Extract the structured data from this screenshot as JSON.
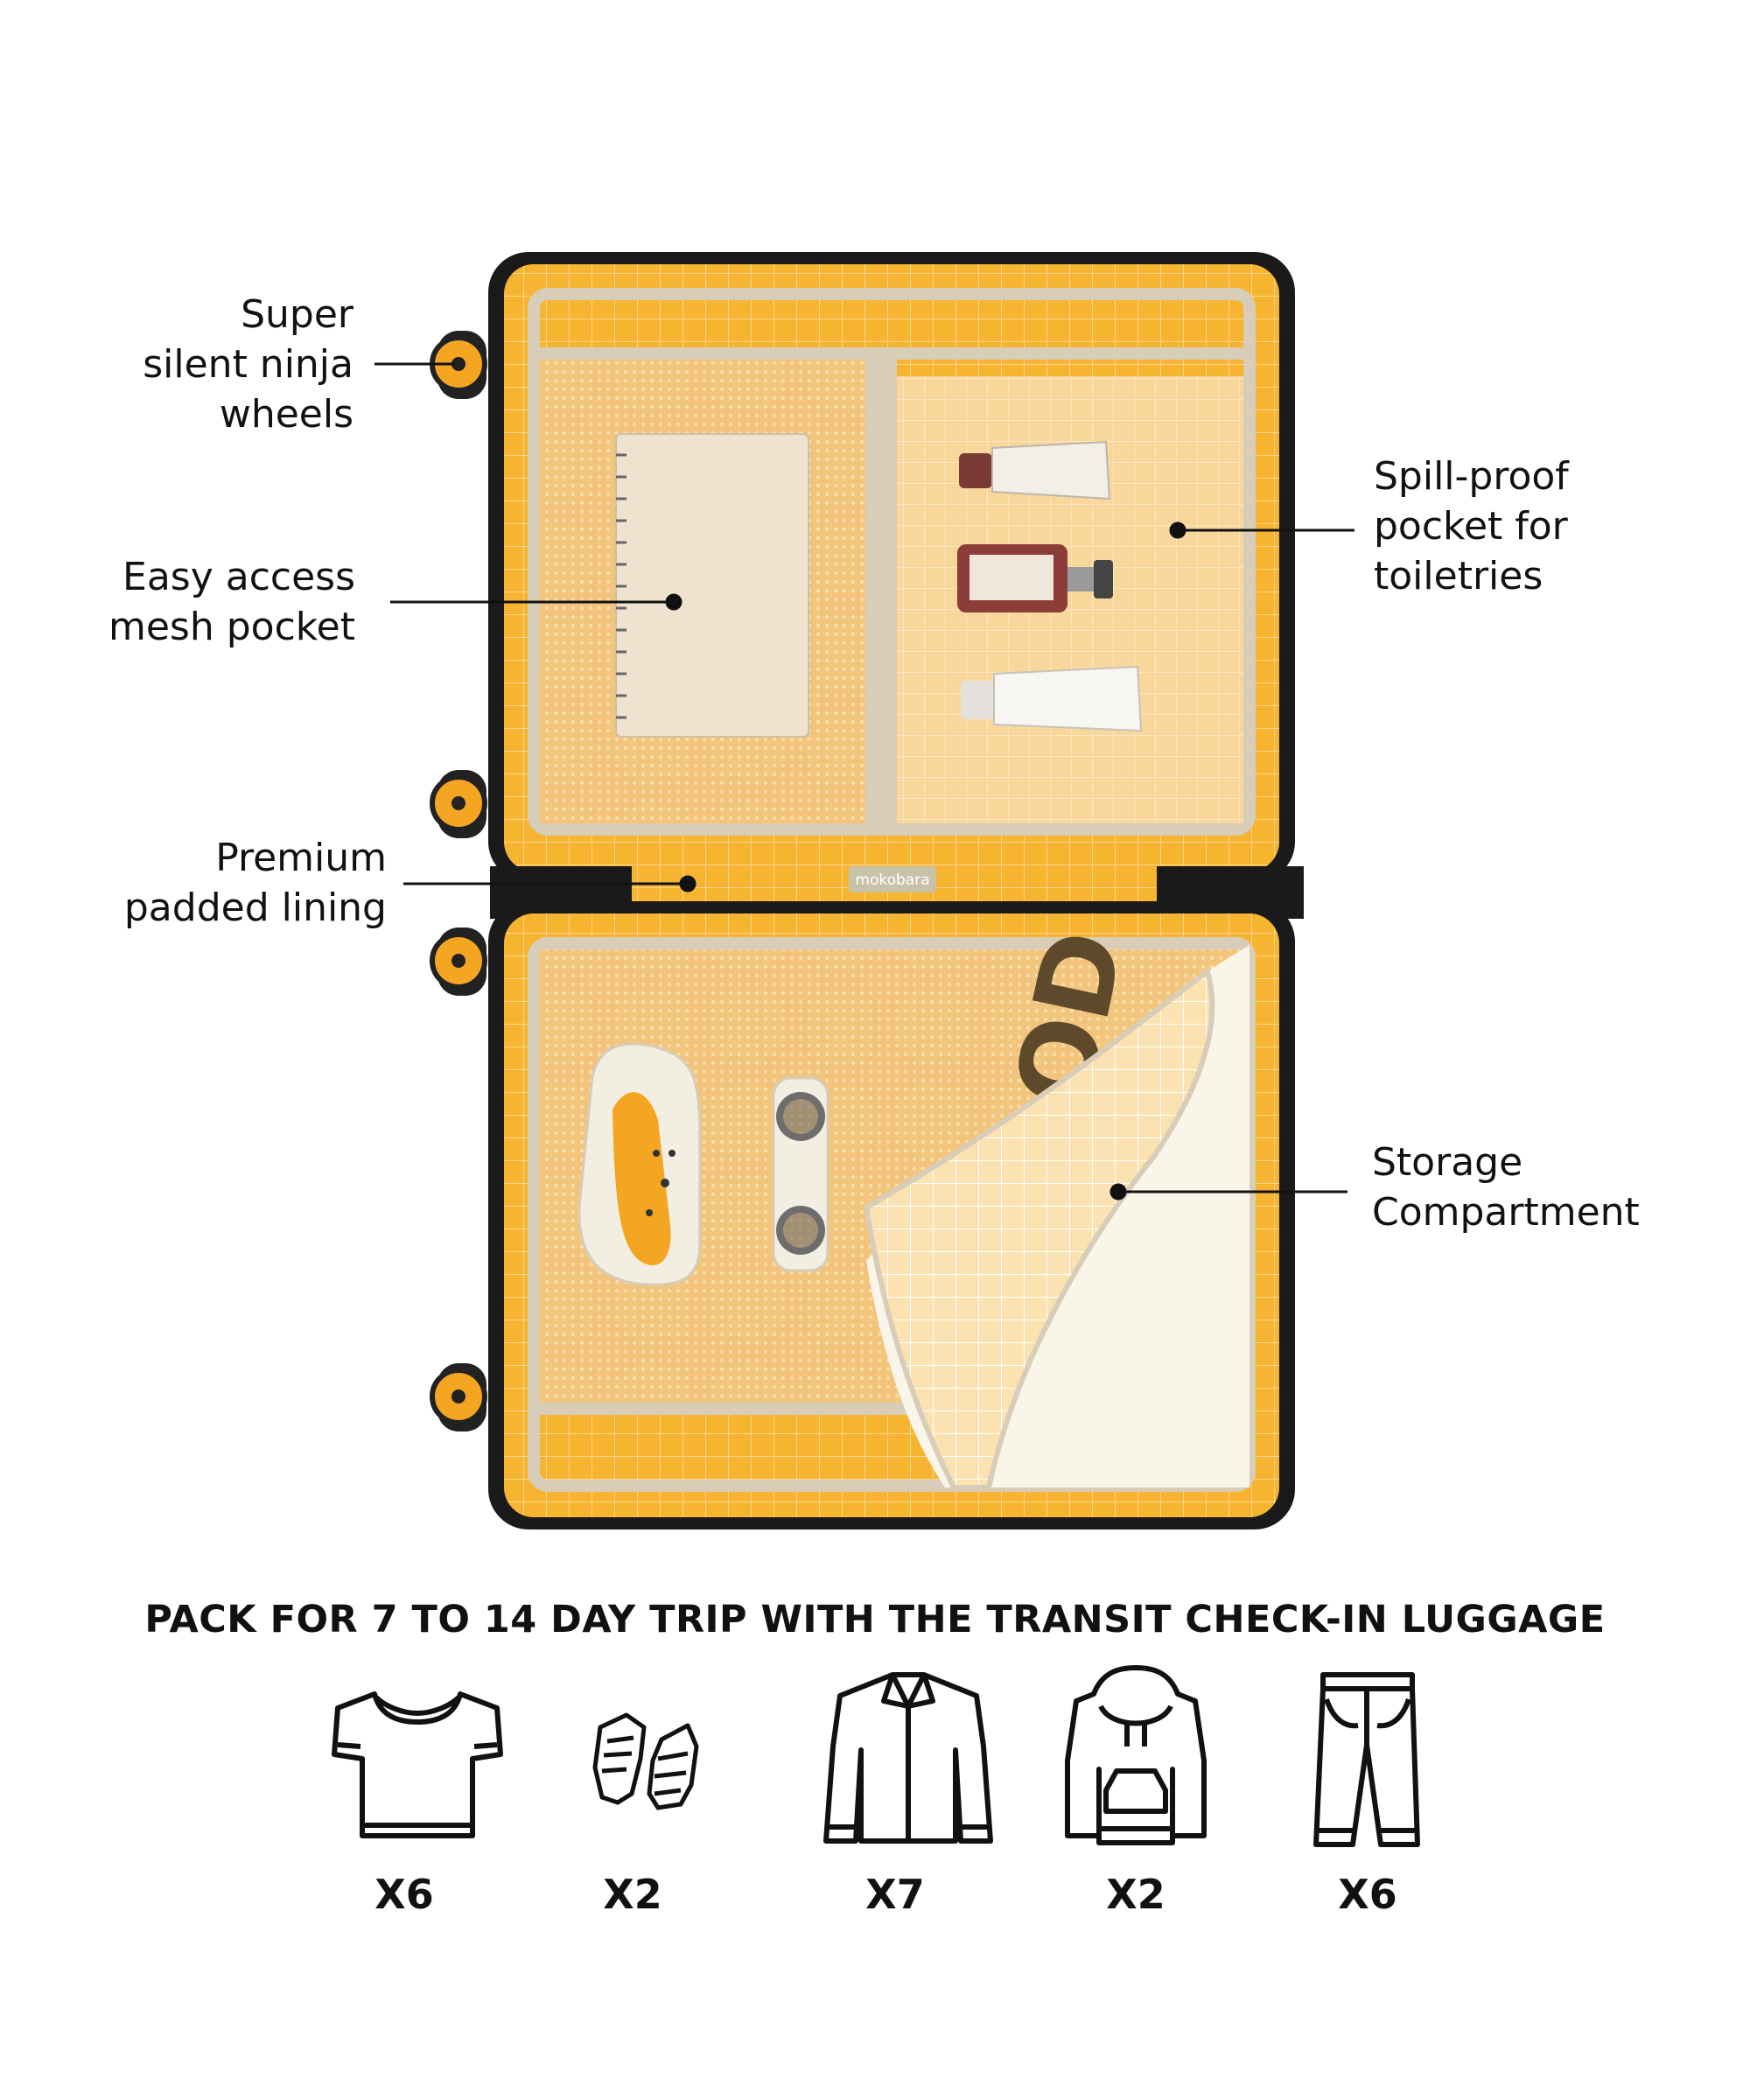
{
  "brand_label": "mokobara",
  "callouts": {
    "wheels": [
      "Super",
      "silent ninja",
      "wheels"
    ],
    "mesh_pocket": [
      "Easy access",
      "mesh pocket"
    ],
    "lining": [
      "Premium",
      "padded lining"
    ],
    "toiletries": [
      "Spill-proof",
      "pocket for",
      "toiletries"
    ],
    "storage": [
      "Storage",
      "Compartment"
    ]
  },
  "headline": "PACK FOR 7 TO 14 DAY TRIP WITH THE TRANSIT CHECK-IN LUGGAGE",
  "packing_items": [
    {
      "icon": "tshirt-icon",
      "count": "X6"
    },
    {
      "icon": "sneakers-icon",
      "count": "X2"
    },
    {
      "icon": "shirt-icon",
      "count": "X7"
    },
    {
      "icon": "hoodie-icon",
      "count": "X2"
    },
    {
      "icon": "trousers-icon",
      "count": "X6"
    }
  ],
  "colors": {
    "lining": "#F6B431",
    "lining_light": "#F7C46A",
    "shell": "#1A1A1A",
    "wheel": "#F4A623",
    "zipper_trim": "#D8CDB8"
  }
}
